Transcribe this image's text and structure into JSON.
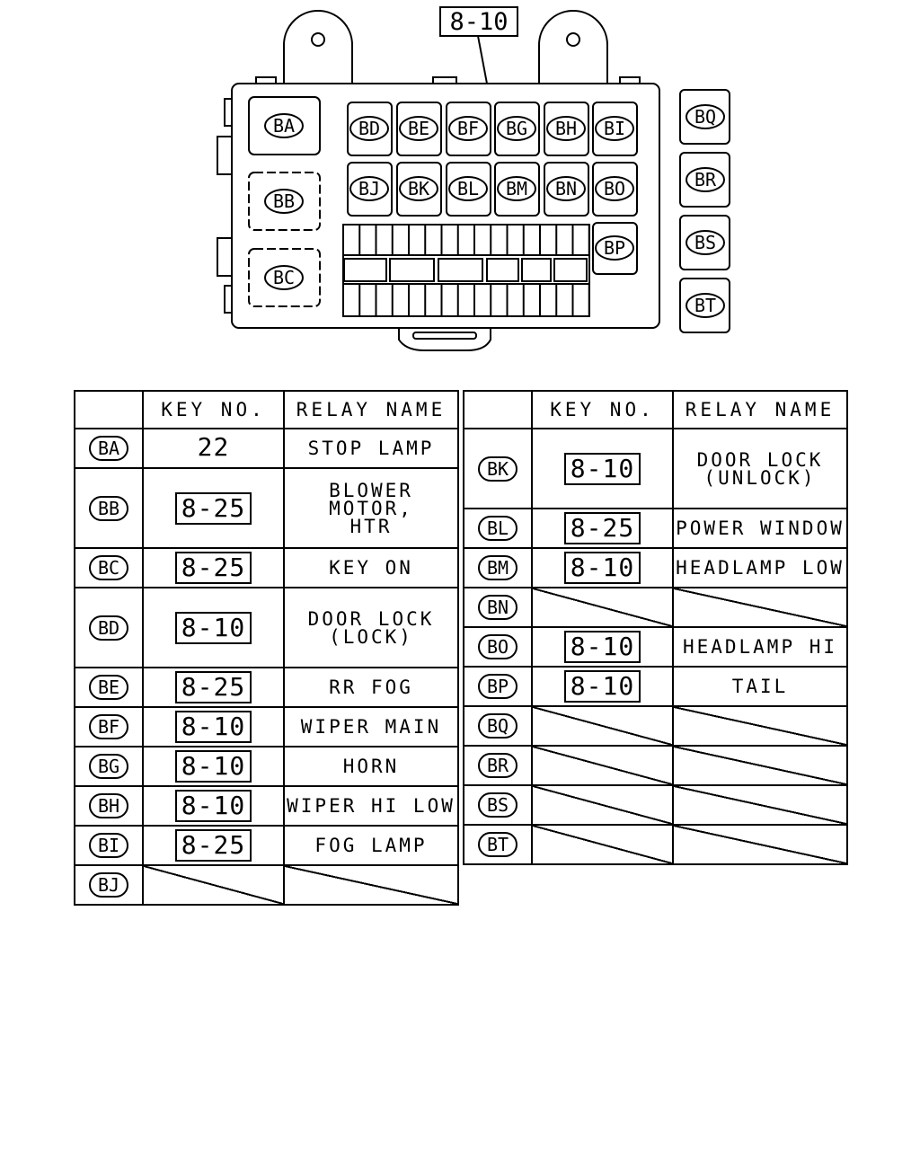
{
  "callout_label": "8-10",
  "box_labels": {
    "big": [
      "BA",
      "BB",
      "BC"
    ],
    "row1": [
      "BD",
      "BE",
      "BF",
      "BG",
      "BH",
      "BI"
    ],
    "row2": [
      "BJ",
      "BK",
      "BL",
      "BM",
      "BN",
      "BO"
    ],
    "mid": "BP",
    "outside": [
      "BQ",
      "BR",
      "BS",
      "BT"
    ]
  },
  "table_headers": {
    "blank": "",
    "key": "KEY NO.",
    "relay": "RELAY NAME"
  },
  "left_table": [
    {
      "id": "BA",
      "key": "22",
      "boxed": false,
      "name": [
        "STOP LAMP"
      ]
    },
    {
      "id": "BB",
      "key": "8-25",
      "boxed": true,
      "name": [
        "BLOWER MOTOR,",
        "HTR"
      ]
    },
    {
      "id": "BC",
      "key": "8-25",
      "boxed": true,
      "name": [
        "KEY ON"
      ]
    },
    {
      "id": "BD",
      "key": "8-10",
      "boxed": true,
      "name": [
        "DOOR LOCK",
        "(LOCK)"
      ]
    },
    {
      "id": "BE",
      "key": "8-25",
      "boxed": true,
      "name": [
        "RR FOG"
      ]
    },
    {
      "id": "BF",
      "key": "8-10",
      "boxed": true,
      "name": [
        "WIPER MAIN"
      ]
    },
    {
      "id": "BG",
      "key": "8-10",
      "boxed": true,
      "name": [
        "HORN"
      ]
    },
    {
      "id": "BH",
      "key": "8-10",
      "boxed": true,
      "name": [
        "WIPER HI LOW"
      ]
    },
    {
      "id": "BI",
      "key": "8-25",
      "boxed": true,
      "name": [
        "FOG LAMP"
      ]
    },
    {
      "id": "BJ",
      "key": "",
      "boxed": false,
      "name": []
    }
  ],
  "right_table": [
    {
      "id": "BK",
      "key": "8-10",
      "boxed": true,
      "name": [
        "DOOR LOCK",
        "(UNLOCK)"
      ]
    },
    {
      "id": "BL",
      "key": "8-25",
      "boxed": true,
      "name": [
        "POWER WINDOW"
      ]
    },
    {
      "id": "BM",
      "key": "8-10",
      "boxed": true,
      "name": [
        "HEADLAMP LOW"
      ]
    },
    {
      "id": "BN",
      "key": "",
      "boxed": false,
      "name": []
    },
    {
      "id": "BO",
      "key": "8-10",
      "boxed": true,
      "name": [
        "HEADLAMP HI"
      ]
    },
    {
      "id": "BP",
      "key": "8-10",
      "boxed": true,
      "name": [
        "TAIL"
      ]
    },
    {
      "id": "BQ",
      "key": "",
      "boxed": false,
      "name": []
    },
    {
      "id": "BR",
      "key": "",
      "boxed": false,
      "name": []
    },
    {
      "id": "BS",
      "key": "",
      "boxed": false,
      "name": []
    },
    {
      "id": "BT",
      "key": "",
      "boxed": false,
      "name": []
    }
  ]
}
